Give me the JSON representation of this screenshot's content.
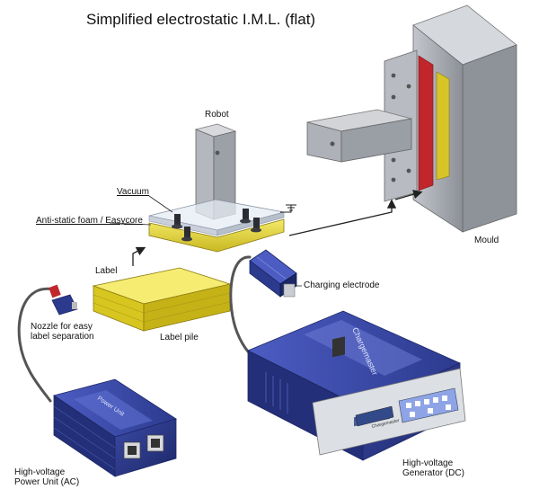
{
  "title": "Simplified electrostatic I.M.L. (flat)",
  "labels": {
    "robot": "Robot",
    "vacuum": "Vacuum",
    "foam": "Anti-static foam / Easycore",
    "label": "Label",
    "label_pile": "Label pile",
    "nozzle_line1": "Nozzle for easy",
    "nozzle_line2": "label separation",
    "charging_electrode": "Charging electrode",
    "mould": "Mould",
    "power_unit_line1": "High-voltage",
    "power_unit_line2": "Power Unit (AC)",
    "generator_line1": "High-voltage",
    "generator_line2": "Generator (DC)"
  },
  "device_text": {
    "power_unit_face": "Power Unit",
    "generator_face": "Chargemaster",
    "generator_panel": "Chargemaster"
  },
  "colors": {
    "device_blue": "#2c3a8e",
    "label_yellow": "#e9dc3a",
    "mould_gray": "#a3a6ad",
    "gasket_red": "#c0262c"
  }
}
